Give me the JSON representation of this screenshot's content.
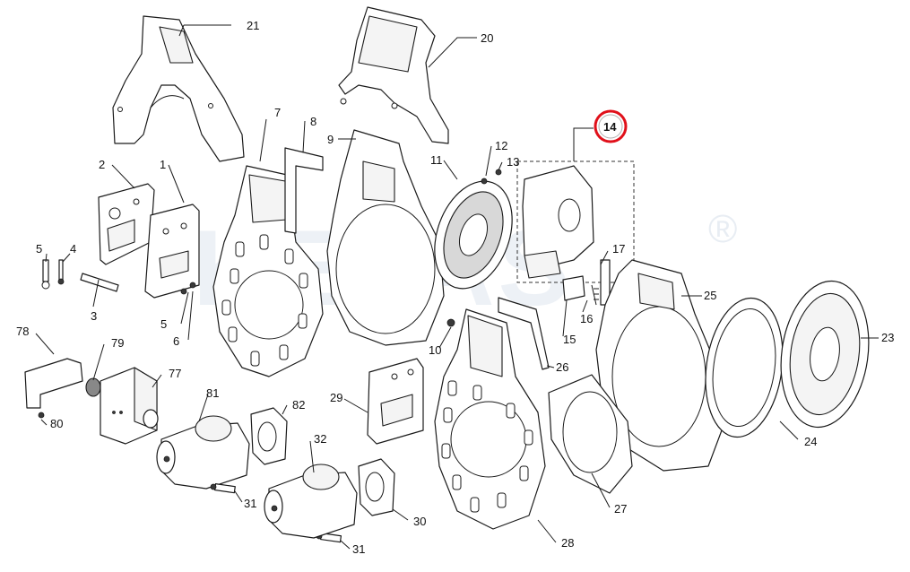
{
  "watermark": {
    "text": "KEPAS",
    "mark": "®"
  },
  "highlight": {
    "part": "14",
    "color": "#e0101a"
  },
  "labels": {
    "l21": "21",
    "l20": "20",
    "l7": "7",
    "l8": "8",
    "l9": "9",
    "l11": "11",
    "l12": "12",
    "l13": "13",
    "l14": "14",
    "l2": "2",
    "l1": "1",
    "l5a": "5",
    "l4": "4",
    "l3": "3",
    "l5b": "5",
    "l6": "6",
    "l17": "17",
    "l16": "16",
    "l15": "15",
    "l10": "10",
    "l25": "25",
    "l23": "23",
    "l24": "24",
    "l26": "26",
    "l78": "78",
    "l79": "79",
    "l77": "77",
    "l80": "80",
    "l81": "81",
    "l82": "82",
    "l29": "29",
    "l32": "32",
    "l31a": "31",
    "l30": "30",
    "l31b": "31",
    "l27": "27",
    "l28": "28"
  }
}
